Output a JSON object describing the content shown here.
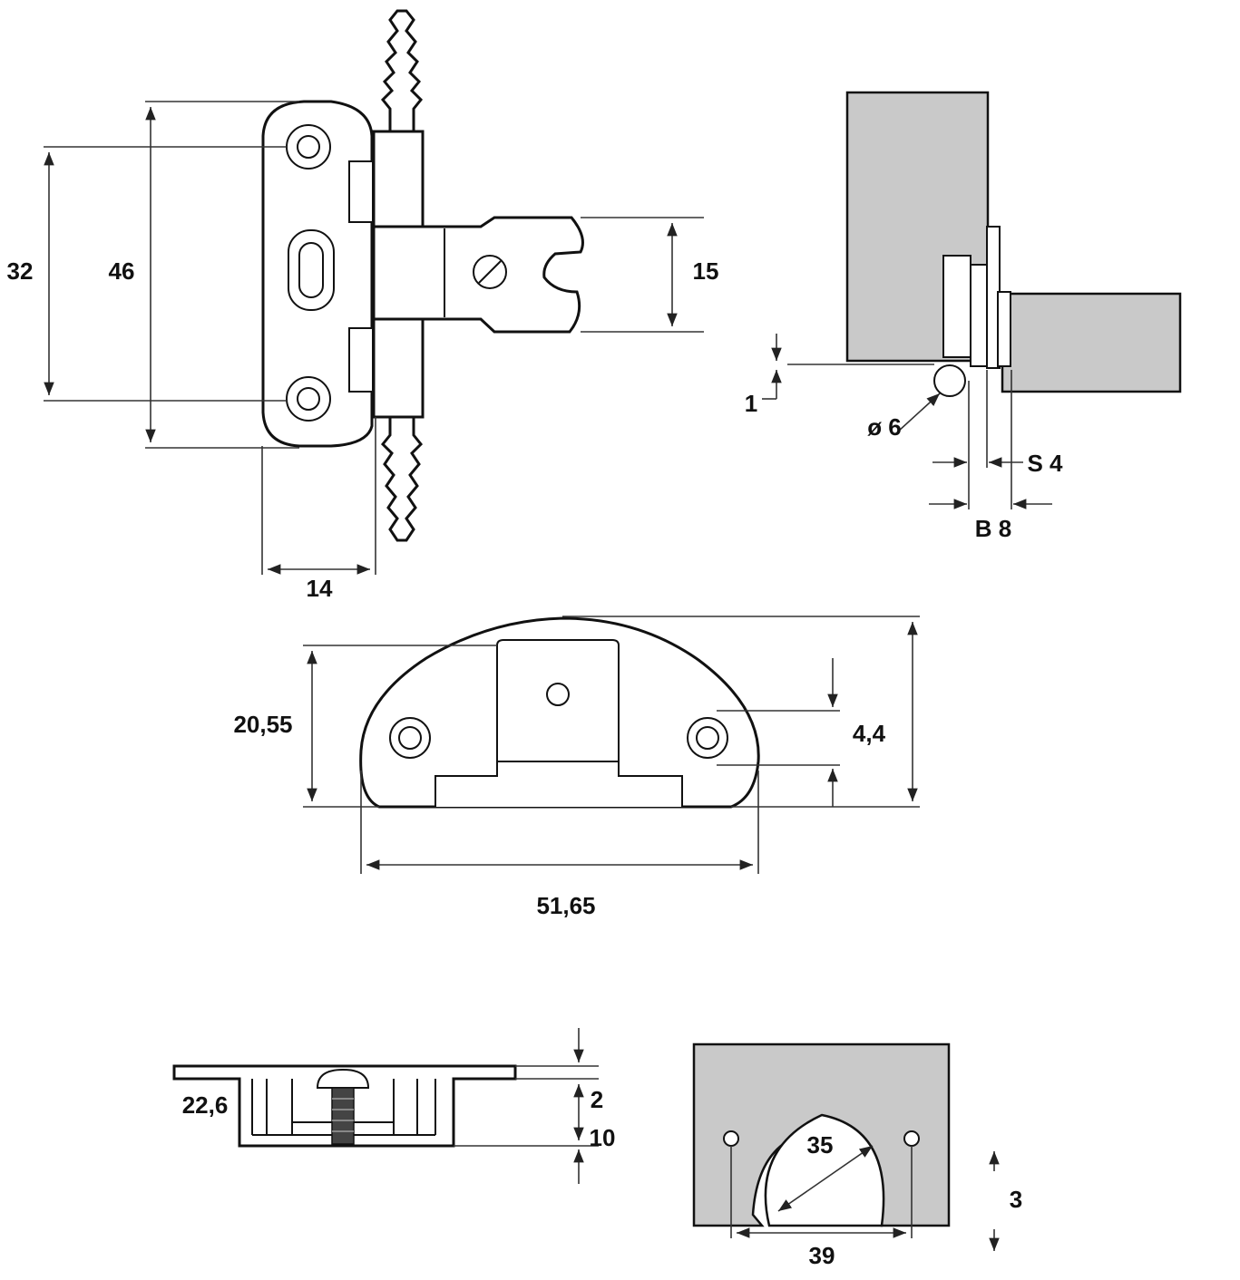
{
  "figures": {
    "hinge_front": {
      "dimensions": {
        "d32": "32",
        "d46": "46",
        "d15": "15",
        "d14": "14"
      }
    },
    "install_section": {
      "dimensions": {
        "d1": "1",
        "dia6": "ø 6",
        "s4": "S 4",
        "b8": "B 8"
      }
    },
    "mounting_plate": {
      "dimensions": {
        "d20_55": "20,55",
        "d4_4": "4,4",
        "d51_65": "51,65"
      }
    },
    "plate_side": {
      "dimensions": {
        "d22_6": "22,6",
        "d2": "2",
        "d10": "10"
      }
    },
    "cup_drilling": {
      "dimensions": {
        "d35": "35",
        "d3": "3",
        "d39": "39"
      }
    }
  }
}
